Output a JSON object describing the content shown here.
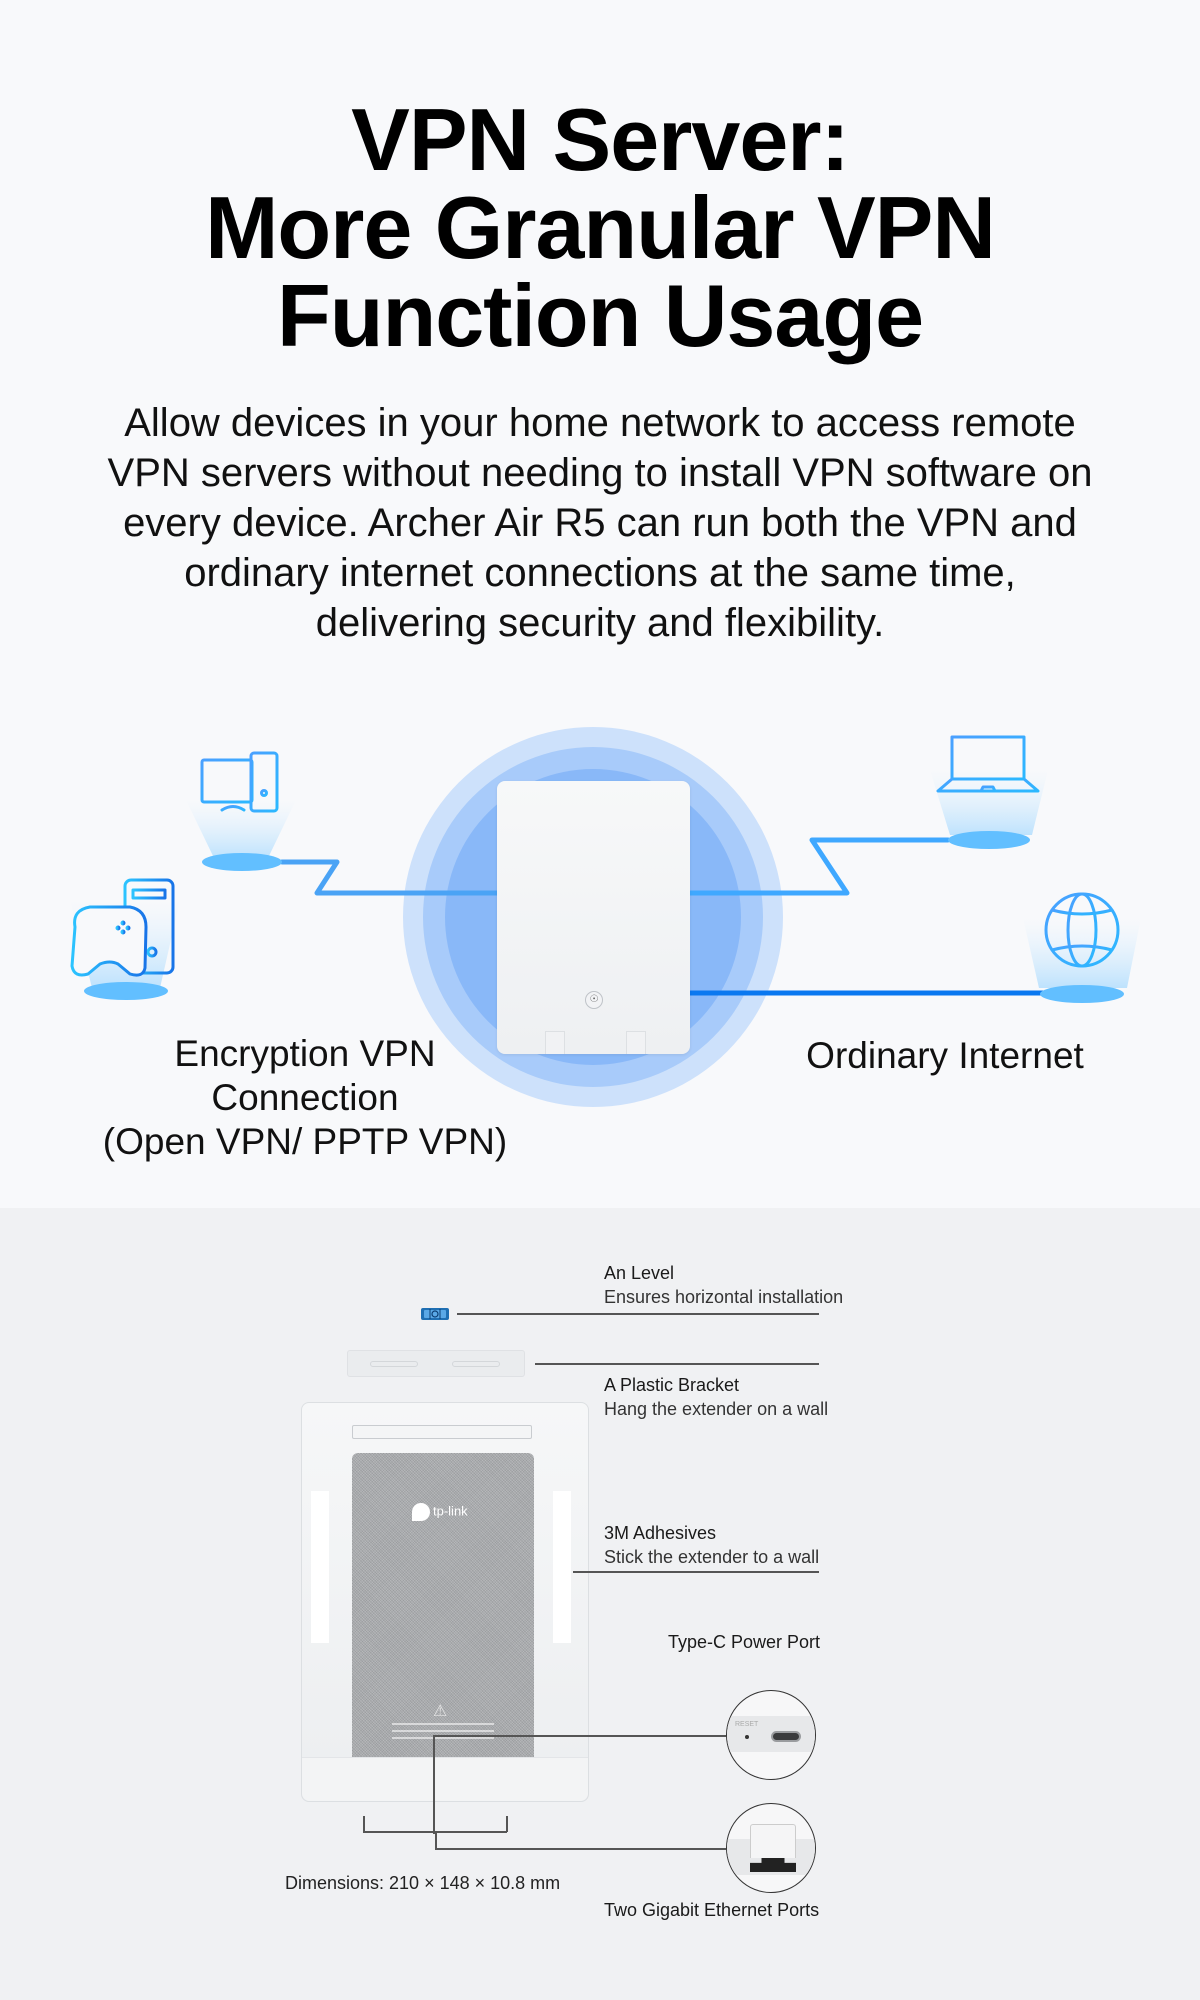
{
  "header": {
    "title_lines": [
      "VPN Server:",
      "More Granular VPN",
      "Function Usage"
    ],
    "description": "Allow devices in your home network to access remote VPN servers without needing to install VPN software on every device. Archer Air R5 can run both the VPN and ordinary internet connections at the same time,  delivering security and flexibility."
  },
  "diagram": {
    "left_devices": [
      {
        "icon": "desktop-computer-icon"
      },
      {
        "icon": "game-console-icon"
      }
    ],
    "right_devices": [
      {
        "icon": "laptop-icon"
      },
      {
        "icon": "globe-icon"
      }
    ],
    "center_device": {
      "icon": "router-device"
    },
    "labels": {
      "vpn_lines": [
        "Encryption VPN",
        "Connection",
        "(Open VPN/ PPTP VPN)"
      ],
      "internet": "Ordinary Internet"
    },
    "colors": {
      "line_light": "#3fa8ff",
      "line_dark": "#0a6ff0",
      "ring_outer": "#cde1fb",
      "ring_mid": "#a8cbfa",
      "ring_inner": "#89b8f8",
      "pad": "#62bfff"
    }
  },
  "hardware": {
    "callouts": [
      {
        "id": "level",
        "title": "An Level",
        "subtitle": "Ensures horizontal installation"
      },
      {
        "id": "bracket",
        "title": "A Plastic Bracket",
        "subtitle": "Hang the extender on a wall"
      },
      {
        "id": "adhesives",
        "title": "3M Adhesives",
        "subtitle": "Stick the extender to a wall"
      },
      {
        "id": "power",
        "title": "Type-C Power Port"
      },
      {
        "id": "ethernet",
        "title": "Two Gigabit Ethernet Ports"
      }
    ],
    "reset_label": "RESET",
    "brand_logo": "tp-link",
    "dimensions": "Dimensions: 210 × 148 × 10.8 mm"
  }
}
